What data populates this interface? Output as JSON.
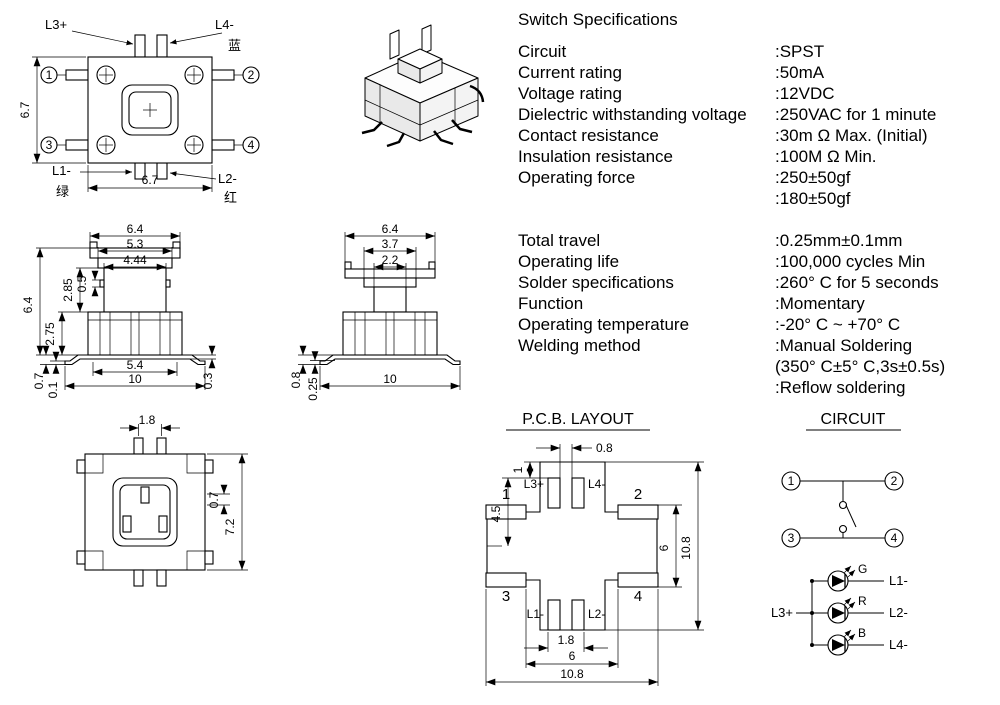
{
  "top_view": {
    "l3": "L3+",
    "l4": "L4-",
    "l4_cn": "蓝",
    "l1": "L1-",
    "l1_cn": "绿",
    "l2": "L2-",
    "l2_cn": "红",
    "p1": "1",
    "p2": "2",
    "p3": "3",
    "p4": "4",
    "dim_h": "6.7",
    "dim_w": "6.7"
  },
  "specs": {
    "title": "Switch Specifications",
    "rows": [
      {
        "label": "Circuit",
        "value": ":SPST"
      },
      {
        "label": "Current rating",
        "value": ":50mA"
      },
      {
        "label": "Voltage rating",
        "value": ":12VDC"
      },
      {
        "label": "Dielectric withstanding voltage",
        "value": ":250VAC for 1 minute"
      },
      {
        "label": "Contact resistance",
        "value": ":30m Ω  Max. (Initial)"
      },
      {
        "label": "Insulation resistance",
        "value": ":100M Ω  Min."
      },
      {
        "label": "Operating force",
        "value": ":250±50gf"
      },
      {
        "label": "",
        "value": ":180±50gf"
      },
      {
        "label": "",
        "value": ""
      },
      {
        "label": "Total travel",
        "value": ":0.25mm±0.1mm"
      },
      {
        "label": "Operating life",
        "value": ":100,000 cycles Min"
      },
      {
        "label": "Solder specifications",
        "value": ":260° C for 5 seconds"
      },
      {
        "label": "Function",
        "value": ":Momentary"
      },
      {
        "label": "Operating temperature",
        "value": ":-20° C ~ +70° C"
      },
      {
        "label": "Welding method",
        "value": ":Manual Soldering"
      },
      {
        "label": "",
        "value": "(350° C±5° C,3s±0.5s)"
      },
      {
        "label": "",
        "value": ":Reflow soldering"
      }
    ]
  },
  "front_view": {
    "dims": {
      "top_w": "6.4",
      "cap_w": "5.3",
      "stem_w": "4.44",
      "flange": "0.5",
      "stem_h": "2.85",
      "body_h": "2.75",
      "total_h": "6.4",
      "feet_inner": "5.4",
      "total_w": "10",
      "foot_h": "0.7",
      "foot_gap": "0.1",
      "plate_t": "0.3"
    }
  },
  "side_view": {
    "dims": {
      "top_w": "6.4",
      "cap_w": "3.7",
      "stem_w": "2.2",
      "total_w": "10",
      "foot_h": "0.8",
      "plate_t": "0.25"
    }
  },
  "bottom_view": {
    "dims": {
      "pin_pitch": "1.8",
      "pin_w": "0.7",
      "total_h": "7.2"
    }
  },
  "pcb": {
    "title": "P.C.B. LAYOUT",
    "l3": "L3+",
    "l4": "L4-",
    "l1": "L1-",
    "l2": "L2-",
    "p1": "1",
    "p2": "2",
    "p3": "3",
    "p4": "4",
    "dims": {
      "top_gap": "0.8",
      "pad_offset": "1",
      "left_h": "4.5",
      "row_span": "6",
      "total_h": "10.8",
      "pin_pitch": "1.8",
      "col_span": "6",
      "total_w": "10.8"
    }
  },
  "circuit": {
    "title": "CIRCUIT",
    "p1": "1",
    "p2": "2",
    "p3": "3",
    "p4": "4",
    "common": "L3+",
    "leds": [
      {
        "letter": "G",
        "label": "L1-"
      },
      {
        "letter": "R",
        "label": "L2-"
      },
      {
        "letter": "B",
        "label": "L4-"
      }
    ]
  }
}
